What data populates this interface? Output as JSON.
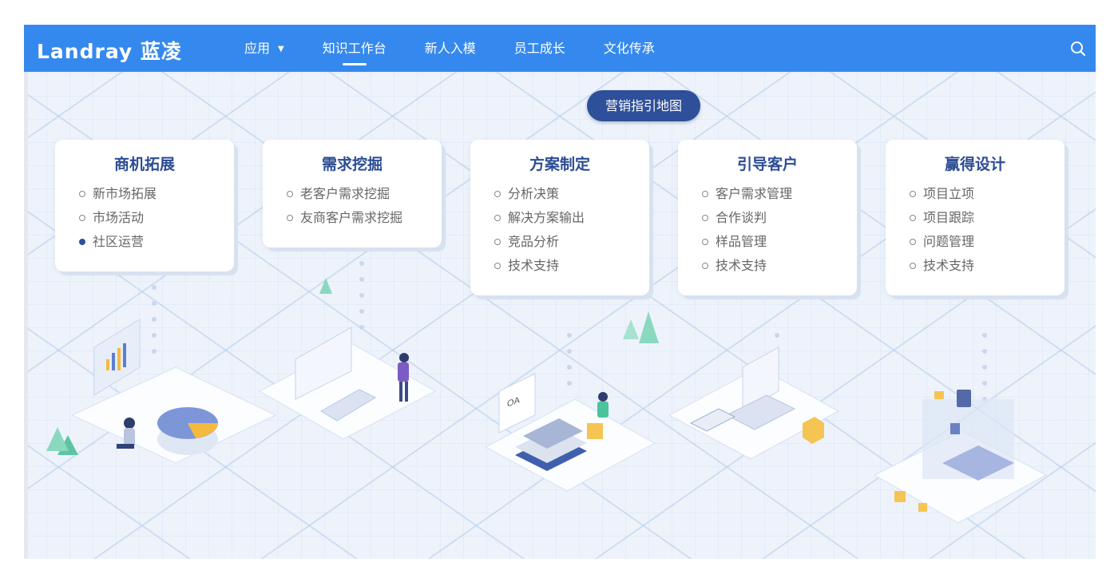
{
  "header": {
    "logo": "Landray 蓝凌",
    "nav": [
      {
        "label": "应用",
        "has_dropdown": true
      },
      {
        "label": "知识工作台",
        "active": true
      },
      {
        "label": "新人入模"
      },
      {
        "label": "员工成长"
      },
      {
        "label": "文化传承"
      }
    ],
    "search_icon": "search-icon"
  },
  "map_title": "营销指引地图",
  "stages": [
    {
      "title": "商机拓展",
      "items": [
        {
          "label": "新市场拓展"
        },
        {
          "label": "市场活动"
        },
        {
          "label": "社区运营",
          "active": true
        }
      ]
    },
    {
      "title": "需求挖掘",
      "items": [
        {
          "label": "老客户需求挖掘"
        },
        {
          "label": "友商客户需求挖掘"
        }
      ]
    },
    {
      "title": "方案制定",
      "items": [
        {
          "label": "分析决策"
        },
        {
          "label": "解决方案输出"
        },
        {
          "label": "竞品分析"
        },
        {
          "label": "技术支持"
        }
      ]
    },
    {
      "title": "引导客户",
      "items": [
        {
          "label": "客户需求管理"
        },
        {
          "label": "合作谈判"
        },
        {
          "label": "样品管理"
        },
        {
          "label": "技术支持"
        }
      ]
    },
    {
      "title": "赢得设计",
      "items": [
        {
          "label": "项目立项"
        },
        {
          "label": "项目跟踪"
        },
        {
          "label": "问题管理"
        },
        {
          "label": "技术支持"
        }
      ]
    }
  ],
  "colors": {
    "header": "#3589ee",
    "accent": "#2e4f99",
    "background": "#eef3fb"
  }
}
